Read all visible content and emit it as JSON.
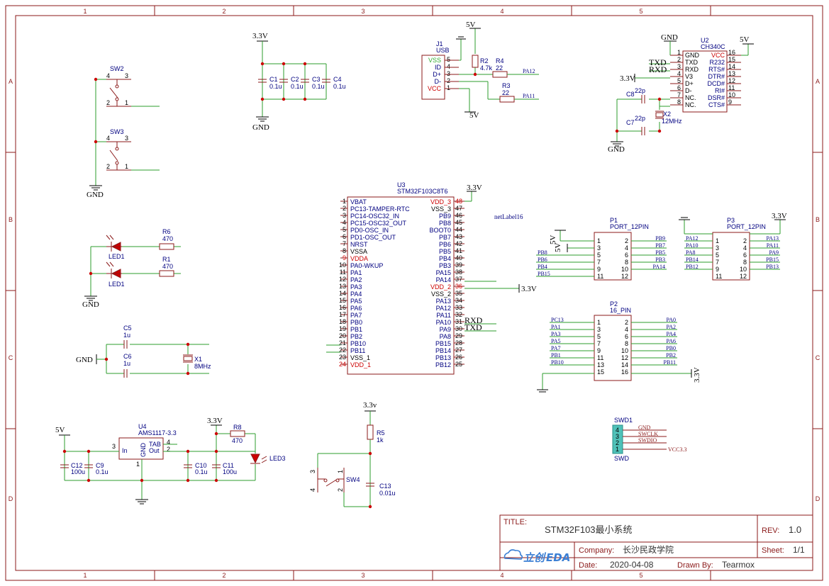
{
  "sheet": {
    "zones_top": [
      "1",
      "2",
      "3",
      "4",
      "5"
    ],
    "zones_side": [
      "A",
      "B",
      "C",
      "D"
    ]
  },
  "title_block": {
    "title_label": "TITLE:",
    "title": "STM32F103最小系统",
    "rev_label": "REV:",
    "rev": "1.0",
    "company_label": "Company:",
    "company": "长沙民政学院",
    "sheet_label": "Sheet:",
    "sheet": "1/1",
    "date_label": "Date:",
    "date": "2020-04-08",
    "drawn_label": "Drawn By:",
    "drawn": "Tearmox",
    "logo_prefix": "立创",
    "logo_suffix": "EDA"
  },
  "power": {
    "v33": "3.3V",
    "v33_lower": "3.3v",
    "v5": "5V",
    "gnd": "GND",
    "vcc33": "VCC3.3"
  },
  "switches": {
    "sw2": {
      "ref": "SW2",
      "p4": "4",
      "p3": "3",
      "p2": "2",
      "p1": "1"
    },
    "sw3": {
      "ref": "SW3",
      "p4": "4",
      "p3": "3",
      "p2": "2",
      "p1": "1"
    },
    "sw4": {
      "ref": "SW4",
      "p4": "4",
      "p3": "3",
      "p2": "2",
      "p1": "1"
    }
  },
  "decoupling": {
    "c1": {
      "ref": "C1",
      "val": "0.1u"
    },
    "c2": {
      "ref": "C2",
      "val": "0.1u"
    },
    "c3": {
      "ref": "C3",
      "val": "0.1u"
    },
    "c4": {
      "ref": "C4",
      "val": "0.1u"
    }
  },
  "usb": {
    "ref": "J1",
    "val": "USB",
    "pins": [
      {
        "name": "VSS",
        "num": "5"
      },
      {
        "name": "ID",
        "num": "4"
      },
      {
        "name": "D+",
        "num": "3"
      },
      {
        "name": "D-",
        "num": "2"
      },
      {
        "name": "VCC",
        "num": "1"
      }
    ],
    "r2": {
      "ref": "R2",
      "val": "4.7k"
    },
    "r4": {
      "ref": "R4",
      "val": "22"
    },
    "r3": {
      "ref": "R3",
      "val": "22"
    },
    "net_pa12": "PA12",
    "net_pa11": "PA11"
  },
  "ch340": {
    "ref": "U2",
    "val": "CH340C",
    "left_pins": [
      {
        "num": "1",
        "name": "GND"
      },
      {
        "num": "2",
        "name": "TXD"
      },
      {
        "num": "3",
        "name": "RXD"
      },
      {
        "num": "4",
        "name": "V3"
      },
      {
        "num": "5",
        "name": "D+"
      },
      {
        "num": "6",
        "name": "D-"
      },
      {
        "num": "7",
        "name": "NC."
      },
      {
        "num": "8",
        "name": "NC."
      }
    ],
    "right_pins": [
      {
        "num": "16",
        "name": "VCC"
      },
      {
        "num": "15",
        "name": "R232"
      },
      {
        "num": "14",
        "name": "RTS#"
      },
      {
        "num": "13",
        "name": "DTR#"
      },
      {
        "num": "12",
        "name": "DCD#"
      },
      {
        "num": "11",
        "name": "RI#"
      },
      {
        "num": "10",
        "name": "DSR#"
      },
      {
        "num": "9",
        "name": "CTS#"
      }
    ],
    "c8": {
      "ref": "C8",
      "val": "22p"
    },
    "c7": {
      "ref": "C7",
      "val": "22p"
    },
    "x2": {
      "ref": "X2",
      "val": "12MHz"
    },
    "txd": "TXD",
    "rxd": "RXD"
  },
  "mcu": {
    "ref": "U3",
    "val": "STM32F103C8T6",
    "net_label": "netLabel16",
    "left_pins": [
      {
        "num": "1",
        "name": "VBAT",
        "style": "blue"
      },
      {
        "num": "2",
        "name": "PC13-TAMPER-RTC",
        "style": "blue"
      },
      {
        "num": "3",
        "name": "PC14-OSC32_IN",
        "style": "blue"
      },
      {
        "num": "4",
        "name": "PC15-OSC32_OUT",
        "style": "blue"
      },
      {
        "num": "5",
        "name": "PD0-OSC_IN",
        "style": "blue"
      },
      {
        "num": "6",
        "name": "PD1-OSC_OUT",
        "style": "blue"
      },
      {
        "num": "7",
        "name": "NRST",
        "style": "blue"
      },
      {
        "num": "8",
        "name": "VSSA",
        "style": "black"
      },
      {
        "num": "9",
        "name": "VDDA",
        "style": "red"
      },
      {
        "num": "10",
        "name": "PA0-WKUP",
        "style": "blue"
      },
      {
        "num": "11",
        "name": "PA1",
        "style": "blue"
      },
      {
        "num": "12",
        "name": "PA2",
        "style": "blue"
      },
      {
        "num": "13",
        "name": "PA3",
        "style": "blue"
      },
      {
        "num": "14",
        "name": "PA4",
        "style": "blue"
      },
      {
        "num": "15",
        "name": "PA5",
        "style": "blue"
      },
      {
        "num": "16",
        "name": "PA6",
        "style": "blue"
      },
      {
        "num": "17",
        "name": "PA7",
        "style": "blue"
      },
      {
        "num": "18",
        "name": "PB0",
        "style": "blue"
      },
      {
        "num": "19",
        "name": "PB1",
        "style": "blue"
      },
      {
        "num": "20",
        "name": "PB2",
        "style": "blue"
      },
      {
        "num": "21",
        "name": "PB10",
        "style": "blue"
      },
      {
        "num": "22",
        "name": "PB11",
        "style": "blue"
      },
      {
        "num": "23",
        "name": "VSS_1",
        "style": "black"
      },
      {
        "num": "24",
        "name": "VDD_1",
        "style": "red"
      }
    ],
    "right_pins": [
      {
        "num": "48",
        "name": "VDD_3",
        "style": "red"
      },
      {
        "num": "47",
        "name": "VSS_3",
        "style": "black"
      },
      {
        "num": "46",
        "name": "PB9",
        "style": "blue"
      },
      {
        "num": "45",
        "name": "PB8",
        "style": "blue"
      },
      {
        "num": "44",
        "name": "BOOT0",
        "style": "blue"
      },
      {
        "num": "43",
        "name": "PB7",
        "style": "blue"
      },
      {
        "num": "42",
        "name": "PB6",
        "style": "blue"
      },
      {
        "num": "41",
        "name": "PB5",
        "style": "blue"
      },
      {
        "num": "40",
        "name": "PB4",
        "style": "blue"
      },
      {
        "num": "39",
        "name": "PB3",
        "style": "blue"
      },
      {
        "num": "38",
        "name": "PA15",
        "style": "blue"
      },
      {
        "num": "37",
        "name": "PA14",
        "style": "blue"
      },
      {
        "num": "36",
        "name": "VDD_2",
        "style": "red"
      },
      {
        "num": "35",
        "name": "VSS_2",
        "style": "black"
      },
      {
        "num": "34",
        "name": "PA13",
        "style": "blue"
      },
      {
        "num": "33",
        "name": "PA12",
        "style": "blue"
      },
      {
        "num": "32",
        "name": "PA11",
        "style": "blue"
      },
      {
        "num": "31",
        "name": "PA10",
        "style": "blue"
      },
      {
        "num": "30",
        "name": "PA9",
        "style": "blue"
      },
      {
        "num": "29",
        "name": "PA8",
        "style": "blue"
      },
      {
        "num": "28",
        "name": "PB15",
        "style": "blue"
      },
      {
        "num": "27",
        "name": "PB14",
        "style": "blue"
      },
      {
        "num": "26",
        "name": "PB13",
        "style": "blue"
      },
      {
        "num": "25",
        "name": "PB12",
        "style": "blue"
      }
    ],
    "rxd": "RXD",
    "txd": "TXD"
  },
  "p1": {
    "ref": "P1",
    "val": "PORT_12PIN",
    "rows": [
      {
        "l": "1",
        "r": "2",
        "lnet": "",
        "rnet": "PB9"
      },
      {
        "l": "3",
        "r": "4",
        "lnet": "",
        "rnet": "PB7"
      },
      {
        "l": "5",
        "r": "6",
        "lnet": "PB8",
        "rnet": "PB5"
      },
      {
        "l": "7",
        "r": "8",
        "lnet": "PB6",
        "rnet": "PB3"
      },
      {
        "l": "9",
        "r": "10",
        "lnet": "PB4",
        "rnet": "PA14"
      },
      {
        "l": "11",
        "r": "12",
        "lnet": "PB15",
        "rnet": ""
      }
    ]
  },
  "p3": {
    "ref": "P3",
    "val": "PORT_12PIN",
    "rows": [
      {
        "l": "1",
        "r": "2",
        "lnet": "PA12",
        "rnet": "PA13"
      },
      {
        "l": "3",
        "r": "4",
        "lnet": "PA10",
        "rnet": "PA11"
      },
      {
        "l": "5",
        "r": "6",
        "lnet": "PA8",
        "rnet": "PA9"
      },
      {
        "l": "7",
        "r": "8",
        "lnet": "PB14",
        "rnet": "PB15"
      },
      {
        "l": "9",
        "r": "10",
        "lnet": "PB12",
        "rnet": "PB13"
      },
      {
        "l": "11",
        "r": "12",
        "lnet": "",
        "rnet": ""
      }
    ]
  },
  "p2": {
    "ref": "P2",
    "val": "16_PIN",
    "rows": [
      {
        "l": "1",
        "r": "2",
        "lnet": "PC13",
        "rnet": "PA0"
      },
      {
        "l": "3",
        "r": "4",
        "lnet": "PA1",
        "rnet": "PA2"
      },
      {
        "l": "5",
        "r": "6",
        "lnet": "PA3",
        "rnet": "PA4"
      },
      {
        "l": "7",
        "r": "8",
        "lnet": "PA5",
        "rnet": "PA6"
      },
      {
        "l": "9",
        "r": "10",
        "lnet": "PA7",
        "rnet": "PB0"
      },
      {
        "l": "11",
        "r": "12",
        "lnet": "PB1",
        "rnet": "PB2"
      },
      {
        "l": "13",
        "r": "14",
        "lnet": "PB10",
        "rnet": "PB11"
      },
      {
        "l": "15",
        "r": "16",
        "lnet": "",
        "rnet": ""
      }
    ]
  },
  "leds": {
    "led1a": {
      "ref": "LED1"
    },
    "led1b": {
      "ref": "LED1"
    },
    "r6": {
      "ref": "R6",
      "val": "470"
    },
    "r1": {
      "ref": "R1",
      "val": "470"
    },
    "led3": {
      "ref": "LED3"
    },
    "r8": {
      "ref": "R8",
      "val": "470"
    }
  },
  "osc": {
    "c5": {
      "ref": "C5",
      "val": "1u"
    },
    "c6": {
      "ref": "C6",
      "val": "1u"
    },
    "x1": {
      "ref": "X1",
      "val": "8MHz"
    }
  },
  "ldo": {
    "ref": "U4",
    "val": "AMS1117-3.3",
    "pin_in": "In",
    "pin_gnd": "GND",
    "pin_out": "Out",
    "pin_tab": "TAB",
    "n3": "3",
    "n1": "1",
    "n2": "2",
    "n4": "4",
    "c12": {
      "ref": "C12",
      "val": "100u"
    },
    "c9": {
      "ref": "C9",
      "val": "0.1u"
    },
    "c10": {
      "ref": "C10",
      "val": "0.1u"
    },
    "c11": {
      "ref": "C11",
      "val": "100u"
    }
  },
  "reset": {
    "r5": {
      "ref": "R5",
      "val": "1k"
    },
    "c13": {
      "ref": "C13",
      "val": "0.01u"
    }
  },
  "swd": {
    "ref": "SWD1",
    "val": "SWD",
    "pins": [
      {
        "num": "4",
        "net": "GND"
      },
      {
        "num": "3",
        "net": "SWCLK"
      },
      {
        "num": "2",
        "net": "SWDIO"
      },
      {
        "num": "1",
        "net": "VCC3.3"
      }
    ]
  }
}
